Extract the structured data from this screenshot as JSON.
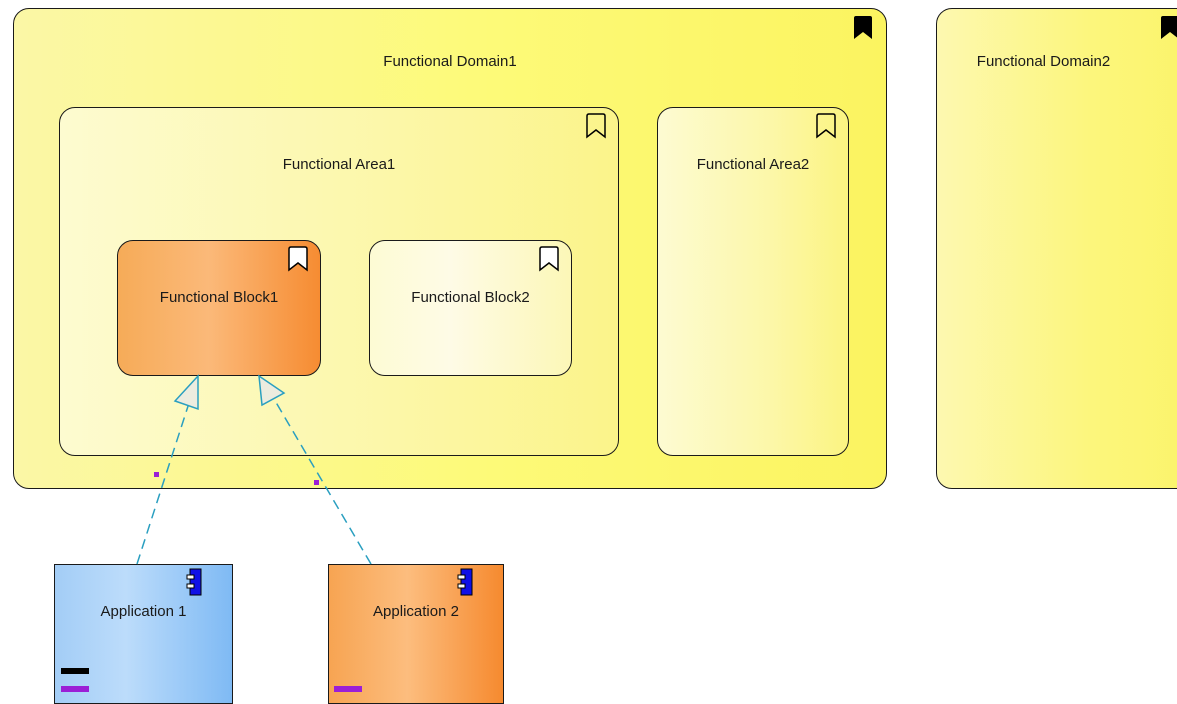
{
  "diagram": {
    "domain1": {
      "label": "Functional Domain1"
    },
    "domain2": {
      "label": "Functional Domain2"
    },
    "area1": {
      "label": "Functional Area1"
    },
    "area2": {
      "label": "Functional Area2"
    },
    "block1": {
      "label": "Functional Block1"
    },
    "block2": {
      "label": "Functional Block2"
    },
    "app1": {
      "label": "Application 1"
    },
    "app2": {
      "label": "Application 2"
    }
  },
  "colors": {
    "connector": "#2a9fc0",
    "connector_marker": "#9b1fd6",
    "app1_bar_top": "#000000",
    "app1_bar_bottom": "#9b1fd6",
    "app2_bar": "#9b1fd6",
    "component_icon": "#1010e6"
  }
}
